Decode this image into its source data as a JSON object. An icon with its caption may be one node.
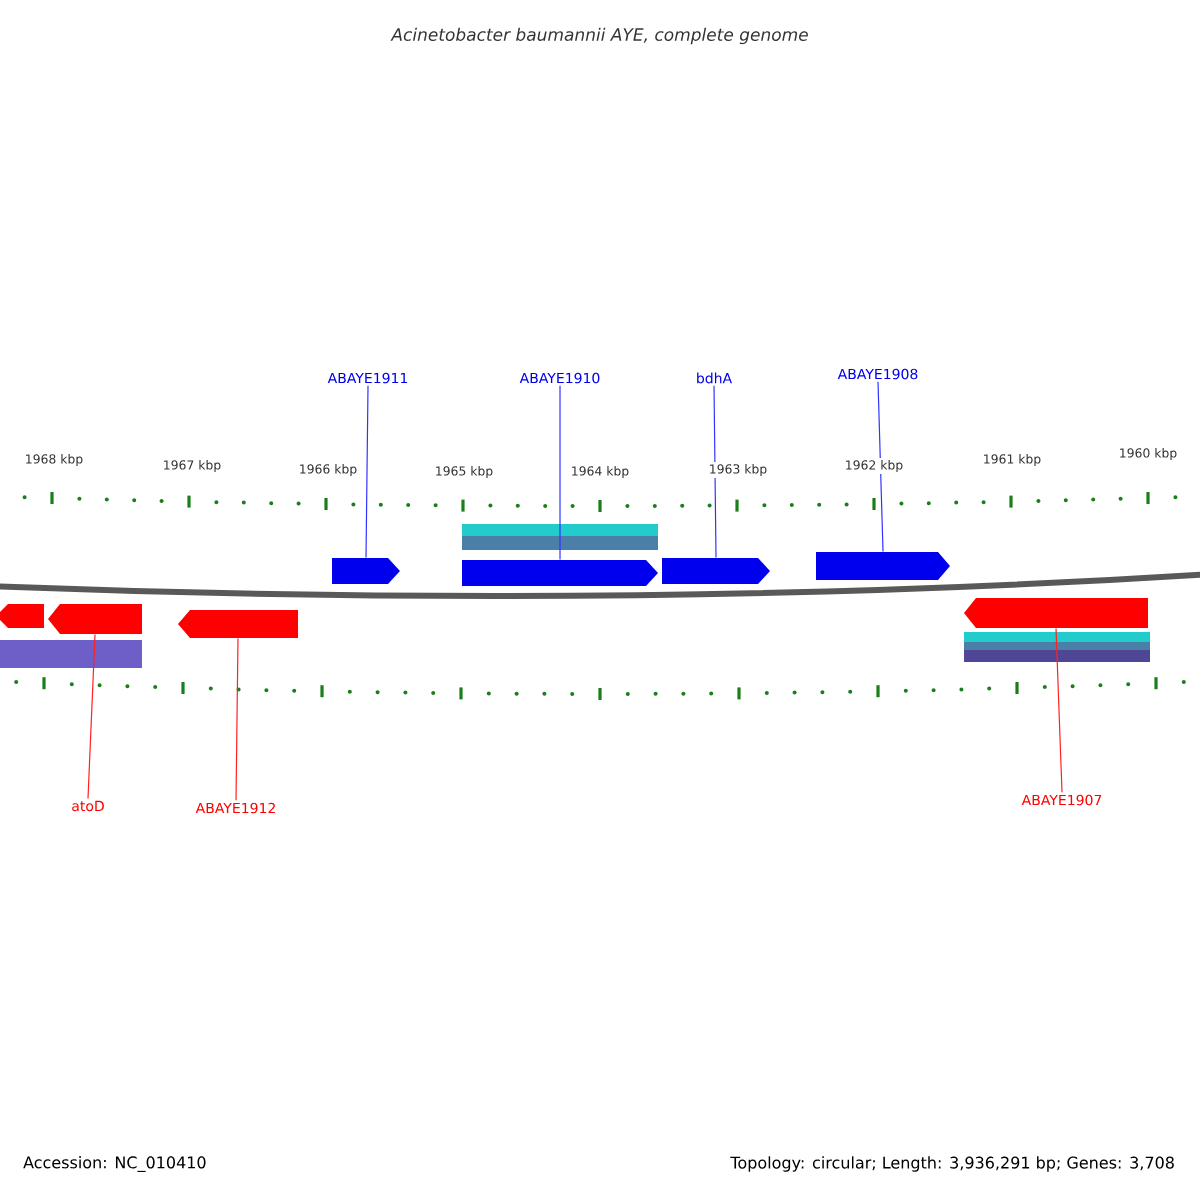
{
  "diagram": {
    "title": "Acinetobacter baumannii AYE, complete genome",
    "nodes": [
      {
        "text": [
          "ABAYE1911"
        ]
      },
      {
        "text": [
          "ABAYE1910"
        ]
      },
      {
        "text": [
          "bdhA"
        ]
      },
      {
        "text": [
          "ABAYE1908"
        ]
      },
      {
        "text": [],
        "shape": "arrow"
      },
      {
        "text": [],
        "shape": "arrow"
      },
      {
        "text": [],
        "shape": "arrow"
      },
      {
        "text": [],
        "shape": "arrow"
      },
      {
        "text": [],
        "shape": "arrow"
      },
      {
        "text": [],
        "shape": "arrow"
      },
      {
        "text": [],
        "shape": "arrow"
      },
      {
        "text": [],
        "shape": "arrow"
      },
      {
        "text": [
          "atoD"
        ]
      },
      {
        "text": [
          "ABAYE1912"
        ]
      },
      {
        "text": [
          "ABAYE1907"
        ]
      }
    ],
    "edges": [
      {
        "from": 0,
        "to": 4,
        "arrow": "none"
      },
      {
        "from": 1,
        "to": 5,
        "arrow": "none"
      },
      {
        "from": 2,
        "to": 6,
        "arrow": "none"
      },
      {
        "from": 3,
        "to": 7,
        "arrow": "none"
      },
      {
        "from": 12,
        "to": 9,
        "arrow": "none",
        "color": "#ff2222"
      },
      {
        "from": 13,
        "to": 10,
        "arrow": "none",
        "color": "#ff2222"
      },
      {
        "from": 14,
        "to": 11,
        "arrow": "none",
        "color": "#ff2222"
      }
    ],
    "labels": [
      "1968 kbp",
      "1967 kbp",
      "1966 kbp",
      "1965 kbp",
      "1964 kbp",
      "1963 kbp",
      "1962 kbp",
      "1961 kbp",
      "1960 kbp",
      "Accession: NC_010410",
      "Topology: circular; Length: 3,936,291 bp; Genes: 3,708"
    ]
  }
}
